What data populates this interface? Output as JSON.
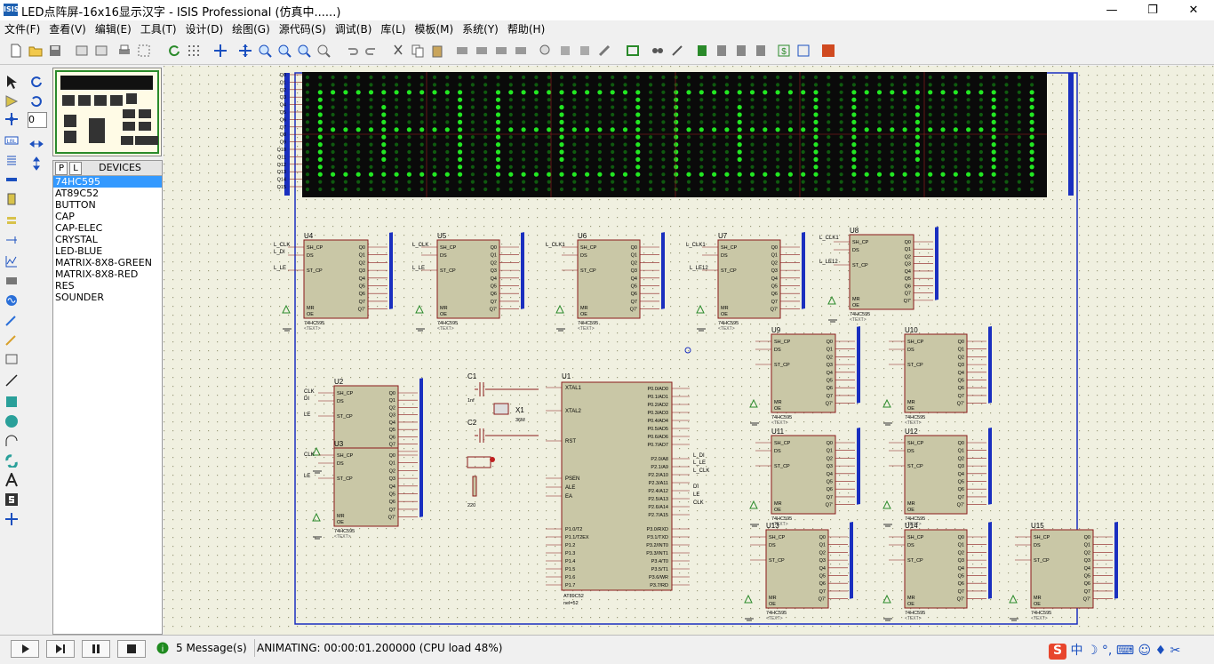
{
  "window": {
    "title": "LED点阵屏-16x16显示汉字 - ISIS Professional (仿真中......)",
    "app_icon_text": "ISIS"
  },
  "menu": [
    "文件(F)",
    "查看(V)",
    "编辑(E)",
    "工具(T)",
    "设计(D)",
    "绘图(G)",
    "源代码(S)",
    "调试(B)",
    "库(L)",
    "模板(M)",
    "系统(Y)",
    "帮助(H)"
  ],
  "left_panel": {
    "rotation_value": "0",
    "tab_p": "P",
    "tab_l": "L",
    "devices_title": "DEVICES",
    "devices": [
      "74HC595",
      "AT89C52",
      "BUTTON",
      "CAP",
      "CAP-ELEC",
      "CRYSTAL",
      "LED-BLUE",
      "MATRIX-8X8-GREEN",
      "MATRIX-8X8-RED",
      "RES",
      "SOUNDER"
    ],
    "selected_device": "74HC595"
  },
  "status": {
    "messages": "5 Message(s)",
    "animating": "ANIMATING: 00:00:01.200000 (CPU load 48%)"
  },
  "schematic": {
    "chips": {
      "u1": {
        "ref": "U1",
        "type": "AT89C52",
        "tag": "nel=52"
      },
      "u2": {
        "ref": "U2"
      },
      "u3": {
        "ref": "U3"
      },
      "u4": {
        "ref": "U4"
      },
      "u5": {
        "ref": "U5"
      },
      "u6": {
        "ref": "U6"
      },
      "u7": {
        "ref": "U7"
      },
      "u8": {
        "ref": "U8"
      },
      "u9": {
        "ref": "U9"
      },
      "u10": {
        "ref": "U10"
      },
      "u11": {
        "ref": "U11"
      },
      "u12": {
        "ref": "U12"
      },
      "u13": {
        "ref": "U13"
      },
      "u14": {
        "ref": "U14"
      },
      "u15": {
        "ref": "U15"
      }
    },
    "sr_type": "74HC595",
    "text_tag": "<TEXT>",
    "sr_pins": [
      "SH_CP",
      "DS",
      "ST_CP",
      "MR",
      "OE"
    ],
    "sr_outputs": [
      "Q0",
      "Q1",
      "Q2",
      "Q3",
      "Q4",
      "Q5",
      "Q6",
      "Q7",
      "Q7'"
    ],
    "u1_left": [
      "XTAL1",
      "XTAL2",
      "RST",
      "PSEN",
      "ALE",
      "EA"
    ],
    "u1_port0": [
      "P0.0/AD0",
      "P0.1/AD1",
      "P0.2/AD2",
      "P0.3/AD3",
      "P0.4/AD4",
      "P0.5/AD5",
      "P0.6/AD6",
      "P0.7/AD7"
    ],
    "u1_port2": [
      "P2.0/A8",
      "P2.1/A9",
      "P2.2/A10",
      "P2.3/A11",
      "P2.4/A12",
      "P2.5/A13",
      "P2.6/A14",
      "P2.7/A15"
    ],
    "u1_port1": [
      "P1.0/T2",
      "P1.1/T2EX",
      "P1.2",
      "P1.3",
      "P1.4",
      "P1.5",
      "P1.6",
      "P1.7"
    ],
    "u1_port3": [
      "P3.0/RXD",
      "P3.1/TXD",
      "P3.2/INT0",
      "P3.3/INT1",
      "P3.4/T0",
      "P3.5/T1",
      "P3.6/WR",
      "P3.7/RD"
    ],
    "comp": {
      "c1": "C1",
      "c1v": "1nf",
      "c2": "C2",
      "x1": "X1",
      "x1v": "36M",
      "r": "220"
    },
    "signals": {
      "clk": "CLK",
      "di": "DI",
      "le": "LE",
      "l_di": "L_DI",
      "l_le": "L_LE",
      "l_clk": "L_CLK",
      "l_clk1": "L_CLK1",
      "l_le12": "L_LE12"
    },
    "matrix_rows": [
      "Q0",
      "Q1",
      "Q2",
      "Q3",
      "Q4",
      "Q5",
      "Q6",
      "Q7",
      "Q8",
      "Q9",
      "Q10",
      "Q11",
      "Q12",
      "Q13",
      "Q14",
      "Q15"
    ]
  }
}
